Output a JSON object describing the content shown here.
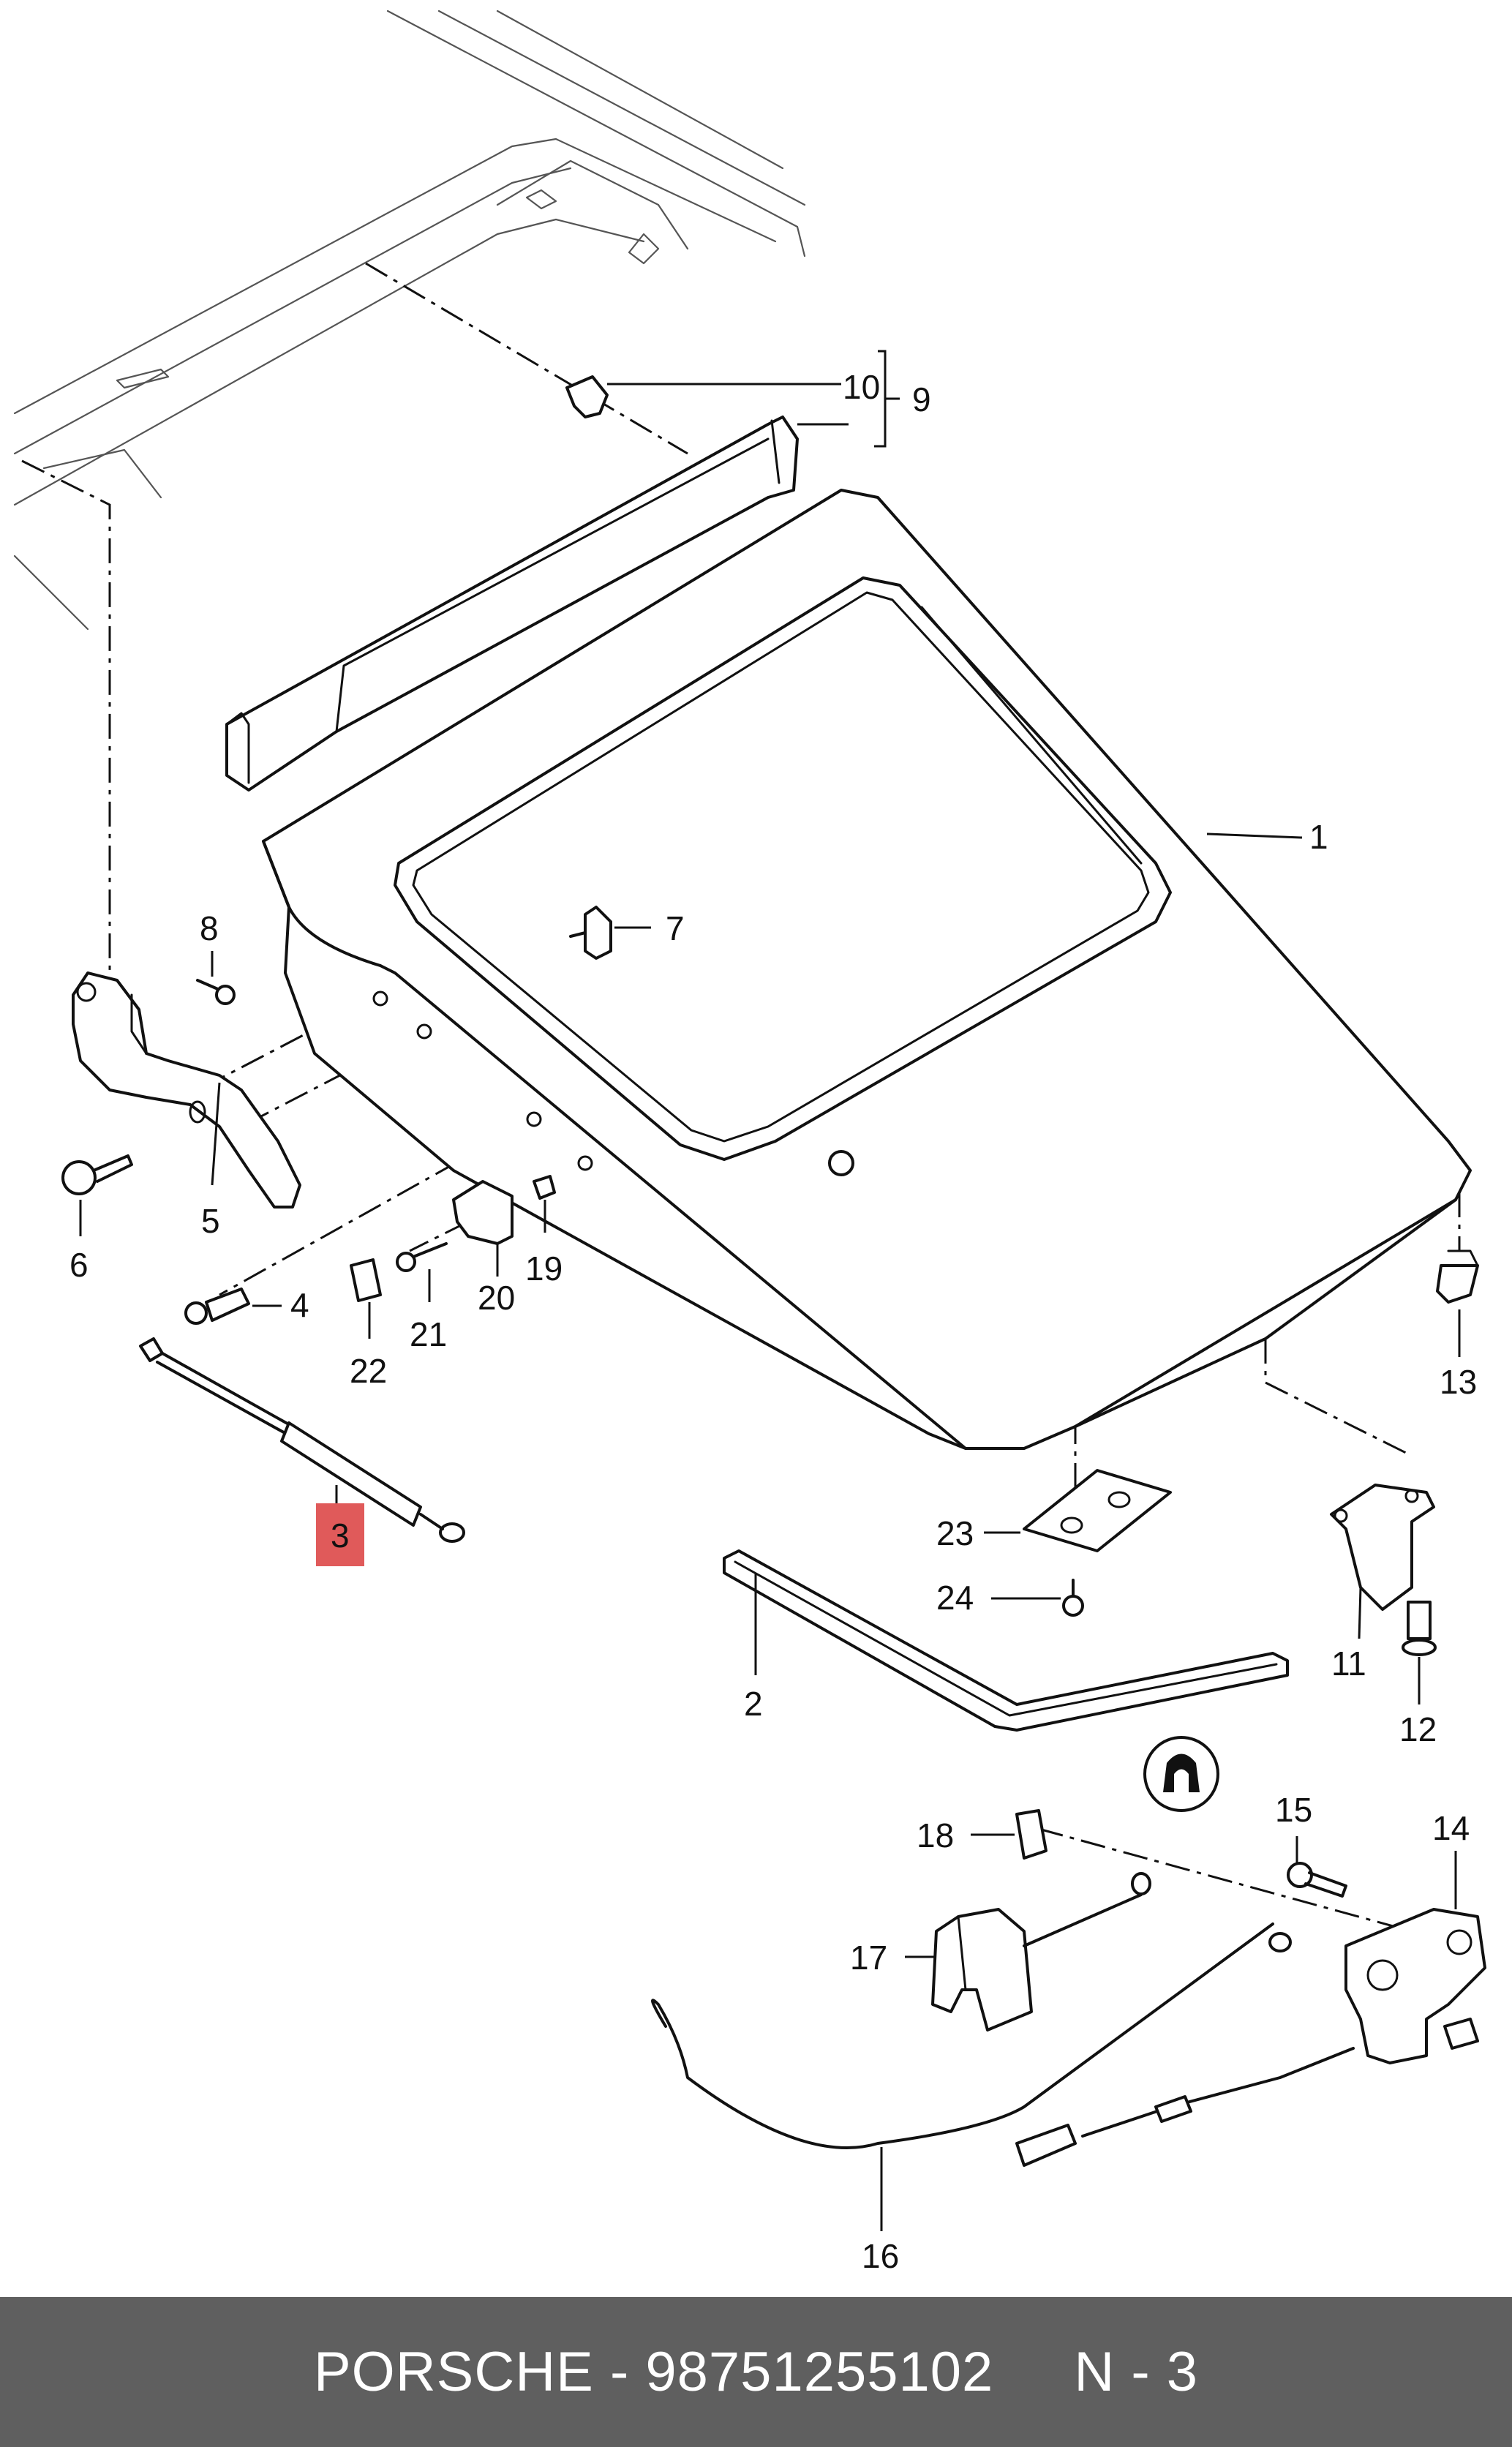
{
  "diagram": {
    "callouts": [
      {
        "id": "1",
        "label": "1"
      },
      {
        "id": "2",
        "label": "2"
      },
      {
        "id": "3",
        "label": "3",
        "highlight": true
      },
      {
        "id": "4",
        "label": "4"
      },
      {
        "id": "5",
        "label": "5"
      },
      {
        "id": "6",
        "label": "6"
      },
      {
        "id": "7",
        "label": "7"
      },
      {
        "id": "8",
        "label": "8"
      },
      {
        "id": "9",
        "label": "9"
      },
      {
        "id": "10",
        "label": "10"
      },
      {
        "id": "11",
        "label": "11"
      },
      {
        "id": "12",
        "label": "12"
      },
      {
        "id": "13",
        "label": "13"
      },
      {
        "id": "14",
        "label": "14"
      },
      {
        "id": "15",
        "label": "15"
      },
      {
        "id": "16",
        "label": "16"
      },
      {
        "id": "17",
        "label": "17"
      },
      {
        "id": "18",
        "label": "18"
      },
      {
        "id": "19",
        "label": "19"
      },
      {
        "id": "20",
        "label": "20"
      },
      {
        "id": "21",
        "label": "21"
      },
      {
        "id": "22",
        "label": "22"
      },
      {
        "id": "23",
        "label": "23"
      },
      {
        "id": "24",
        "label": "24"
      }
    ],
    "highlight_color": "#e05a5a"
  },
  "footer": {
    "brand": "PORSCHE",
    "separator": "-",
    "part_number": "98751255102",
    "page_ref": "N - 3"
  }
}
